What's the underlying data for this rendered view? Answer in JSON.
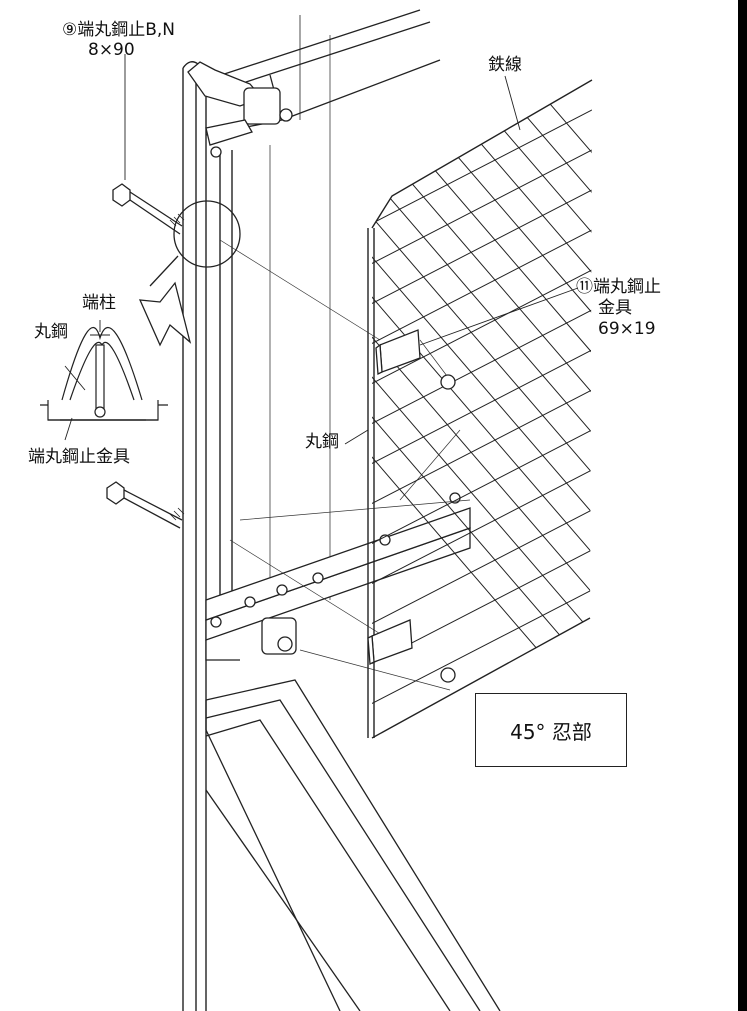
{
  "figure": {
    "labels": {
      "part_9_name": "⑨端丸鋼止B,N",
      "part_9_size": "8×90",
      "wire": "鉄線",
      "part_11_name": "⑪端丸鋼止",
      "part_11_name2": "金具",
      "part_11_size": "69×19",
      "detail_post": "端柱",
      "detail_round_steel": "丸鋼",
      "detail_bracket": "端丸鋼止金具",
      "round_steel": "丸鋼"
    },
    "callout": {
      "text": "45° 忍部"
    },
    "colors": {
      "line": "#222222",
      "background": "#ffffff",
      "edge_bar": "#000000"
    }
  }
}
